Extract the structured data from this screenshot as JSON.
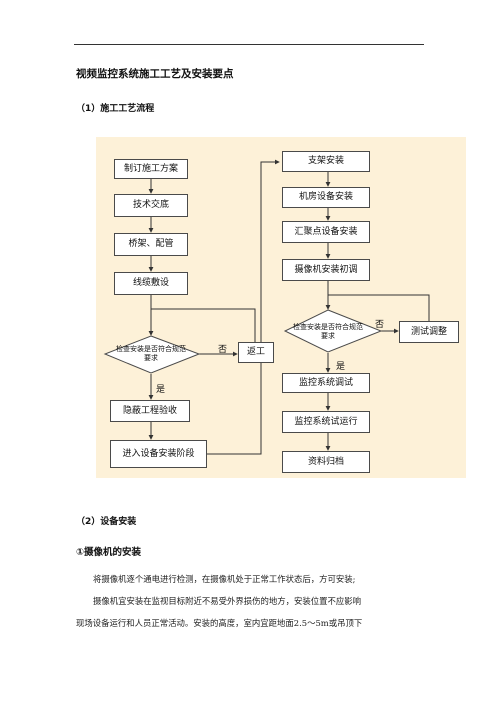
{
  "doc": {
    "title": "视频监控系统施工工艺及安装要点",
    "section1": "（1）施工工艺流程",
    "section2": "（2）设备安装",
    "subsection1": "①摄像机的安装",
    "paragraphs": [
      "将摄像机逐个通电进行检测，在摄像机处于正常工作状态后，方可安装;",
      "摄像机宜安装在监视目标附近不易受外界损伤的地方，安装位置不应影响",
      "现场设备运行和人员正常活动。安装的高度，室内宜距地面2.5～5m或吊顶下"
    ]
  },
  "flowchart": {
    "left": {
      "step1": "制订施工方案",
      "step2": "技术交底",
      "step3": "桥架、配管",
      "step4": "线缆敷设",
      "decision": "检查安装是否符合规范要求",
      "rework": "返工",
      "step5": "隐蔽工程验收",
      "step6": "进入设备安装阶段"
    },
    "right": {
      "step1": "支架安装",
      "step2": "机房设备安装",
      "step3": "汇聚点设备安装",
      "step4": "摄像机安装初调",
      "decision": "检查安装是否符合规范要求",
      "retest": "测试调整",
      "step5": "监控系统调试",
      "step6": "监控系统试运行",
      "step7": "资料归档"
    },
    "no_label": "否",
    "yes_label": "是"
  }
}
